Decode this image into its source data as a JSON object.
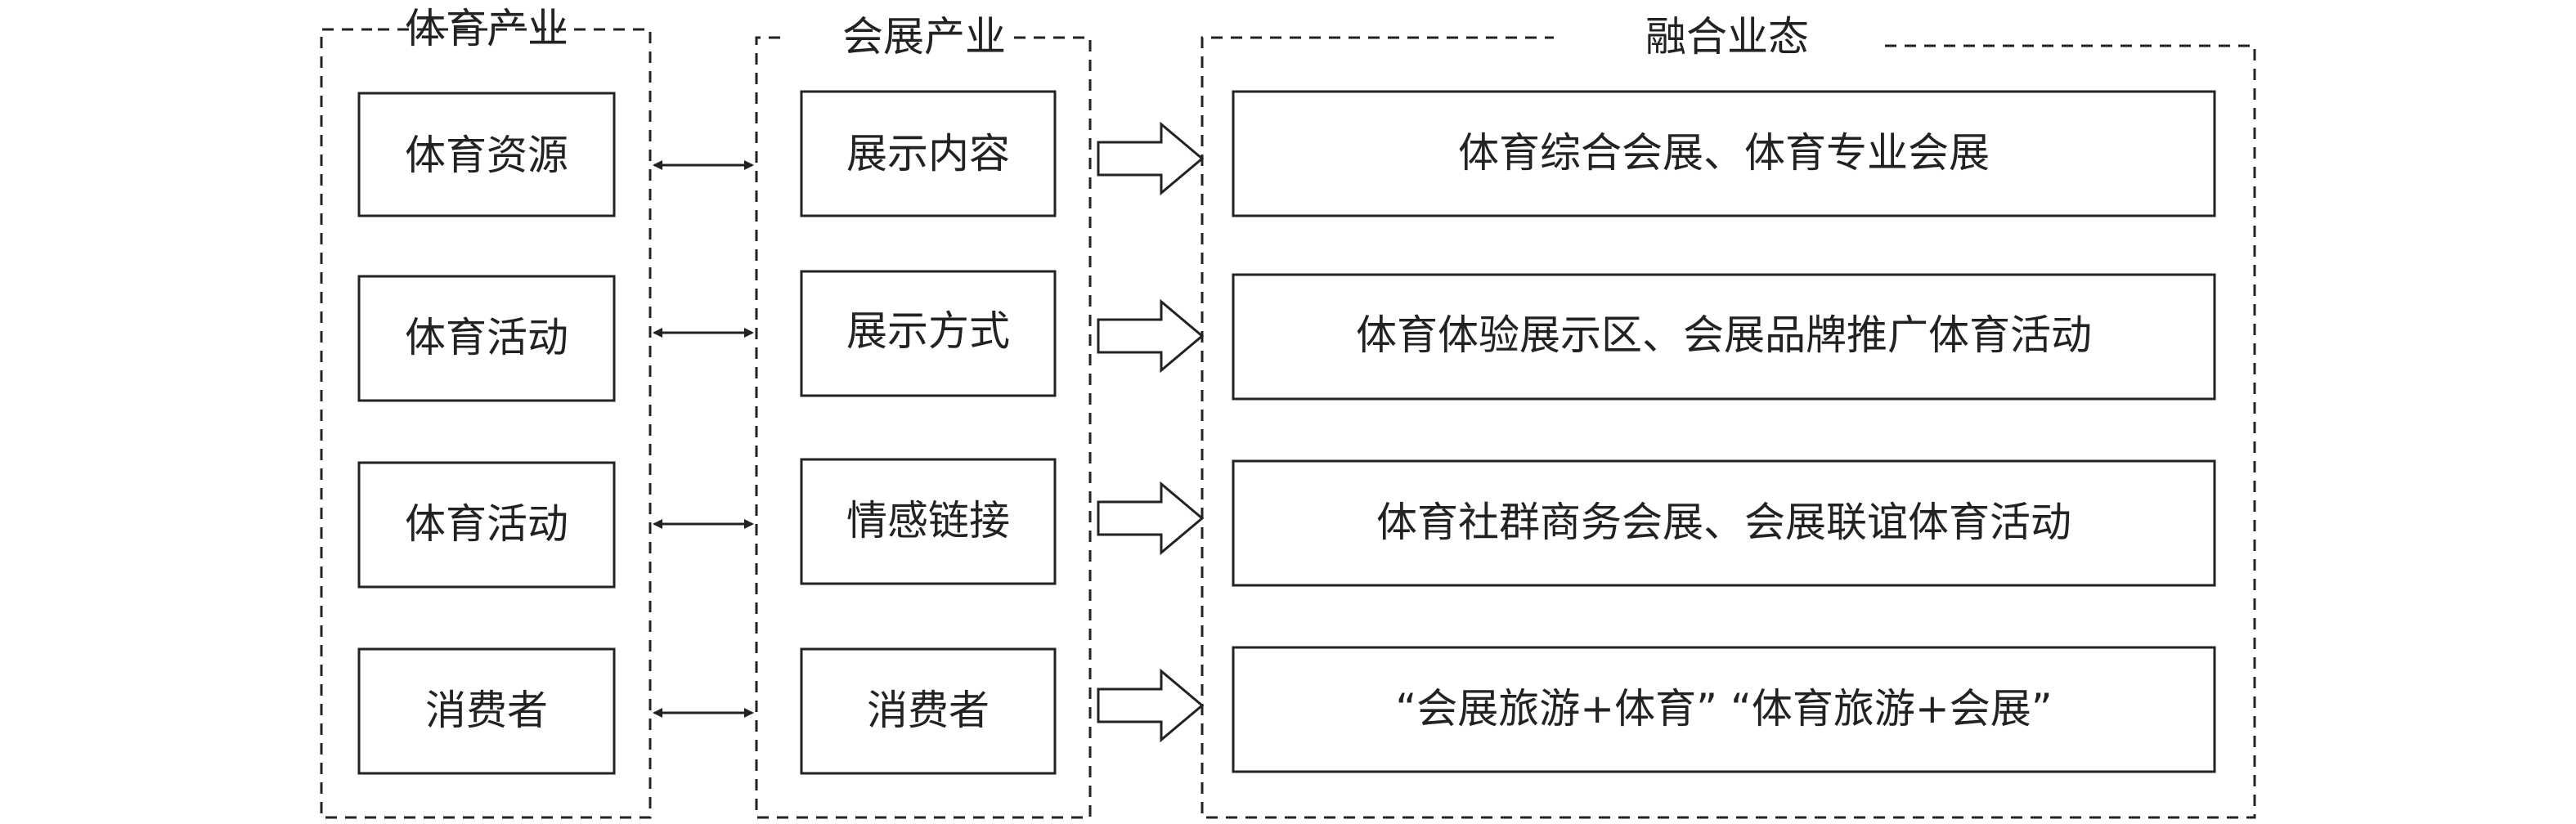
{
  "columns": {
    "sports": {
      "title": "体育产业",
      "items": [
        "体育资源",
        "体育活动",
        "体育活动",
        "消费者"
      ]
    },
    "exhibition": {
      "title": "会展产业",
      "items": [
        "展示内容",
        "展示方式",
        "情感链接",
        "消费者"
      ]
    },
    "fusion": {
      "title": "融合业态",
      "items": [
        "体育综合会展、体育专业会展",
        "体育体验展示区、会展品牌推广体育活动",
        "体育社群商务会展、会展联谊体育活动",
        "“会展旅游+体育” “体育旅游+会展”"
      ]
    }
  },
  "colors": {
    "line": "#222222",
    "background": "#ffffff"
  }
}
